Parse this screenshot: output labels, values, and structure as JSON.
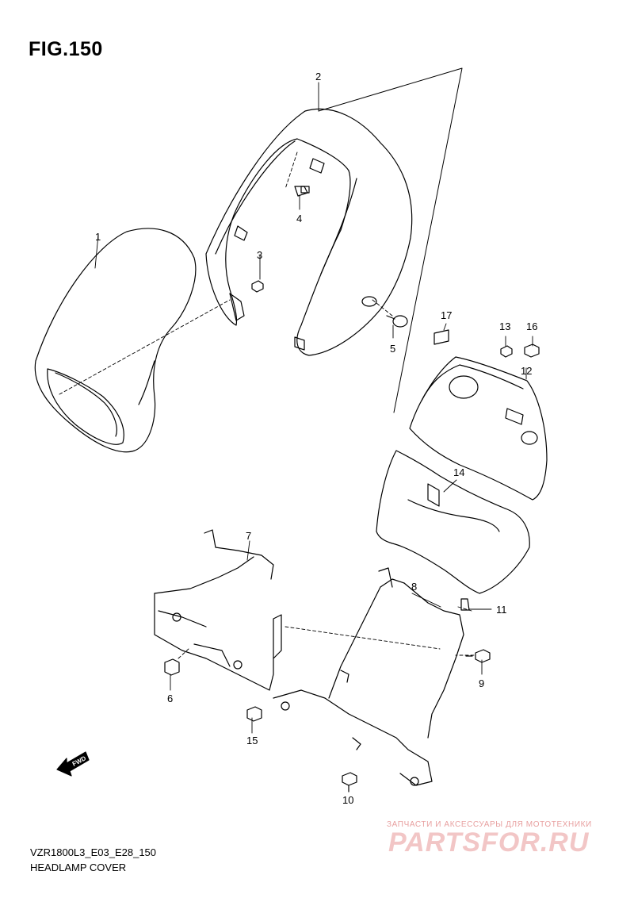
{
  "figure": {
    "title": "FIG.150",
    "model_code": "VZR1800L3_E03_E28_150",
    "section_name": "HEADLAMP COVER"
  },
  "callouts": {
    "p1": "1",
    "p2": "2",
    "p3": "3",
    "p4": "4",
    "p5": "5",
    "p6": "6",
    "p7": "7",
    "p8": "8",
    "p9": "9",
    "p10": "10",
    "p11": "11",
    "p12": "12",
    "p13": "13",
    "p14": "14",
    "p15": "15",
    "p16": "16",
    "p17": "17"
  },
  "direction_marker": "FWD",
  "watermark": {
    "tagline": "ЗАПЧАСТИ И АКСЕССУАРЫ ДЛЯ МОТОТЕХНИКИ",
    "brand": "PARTSFOR.RU"
  },
  "colors": {
    "line": "#000000",
    "watermark": "#e8a0a0"
  }
}
